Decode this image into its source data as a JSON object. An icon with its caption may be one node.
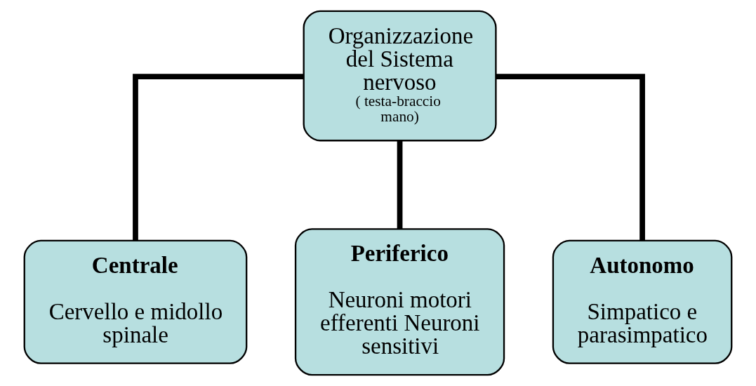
{
  "diagram": {
    "nodes": [
      {
        "text": [
          "Organizzazione del Sistema nervoso",
          "( testa-braccio mano)"
        ]
      },
      {
        "text": [
          "Centrale",
          "Cervello e midollo spinale"
        ]
      },
      {
        "text": [
          "Periferico",
          "Neuroni motori efferenti Neuroni sensitivi"
        ]
      },
      {
        "text": [
          "Autonomo",
          "Simpatico e parasimpatico"
        ]
      }
    ],
    "edges": [
      {
        "from": 0,
        "to": 1,
        "arrow": "none"
      },
      {
        "from": 0,
        "to": 2,
        "arrow": "none"
      },
      {
        "from": 0,
        "to": 3,
        "arrow": "none"
      }
    ]
  }
}
